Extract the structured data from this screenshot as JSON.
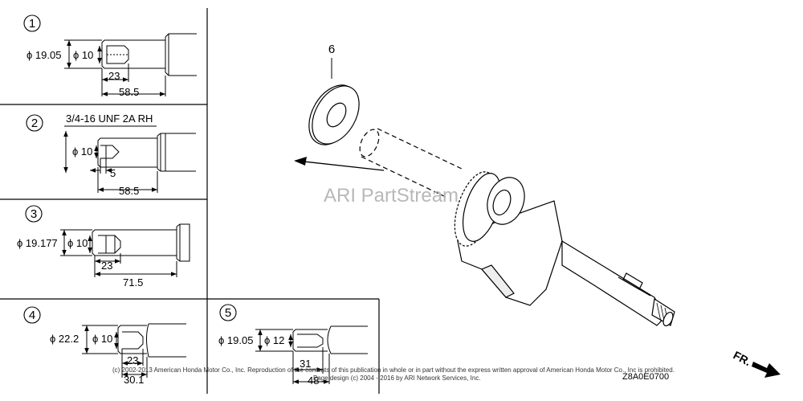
{
  "watermark": "ARI PartStream",
  "copyright_line1": "(c) 2002-2013 American Honda Motor Co., Inc. Reproduction of the contents of this publication in whole or in part without the express written approval of American Honda Motor Co., Inc is prohibited.",
  "copyright_line2": "Page design (c) 2004 - 2016 by ARI Network Services, Inc.",
  "diagram_code": "Z8A0E0700",
  "direction_label": "FR.",
  "callouts": {
    "part_6": "6",
    "variant_1": "1",
    "variant_2": "2",
    "variant_3": "3",
    "variant_4": "4",
    "variant_5": "5"
  },
  "variants": {
    "v1": {
      "outer_dia": "ϕ 19.05",
      "inner_dia": "ϕ 10",
      "dim_short": "23",
      "dim_long": "58.5"
    },
    "v2": {
      "thread": "3/4-16 UNF 2A RH",
      "inner_dia": "ϕ 10",
      "dim_short": "5",
      "dim_long": "58.5"
    },
    "v3": {
      "outer_dia": "ϕ 19.177",
      "inner_dia": "ϕ 10",
      "dim_short": "23",
      "dim_long": "71.5"
    },
    "v4": {
      "outer_dia": "ϕ 22.2",
      "inner_dia": "ϕ 10",
      "dim_short": "23",
      "dim_long": "30.1"
    },
    "v5": {
      "outer_dia": "ϕ 19.05",
      "inner_dia": "ϕ 12",
      "dim_short": "31",
      "dim_long": "48"
    }
  }
}
